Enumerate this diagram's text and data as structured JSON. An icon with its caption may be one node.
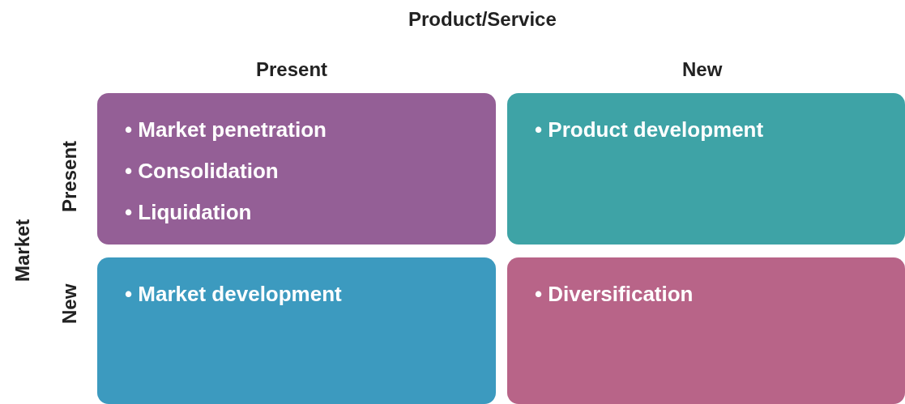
{
  "diagram": {
    "title": "Product/Service",
    "nodes": [
      {
        "text": [
          "• Market penetration",
          "• Consolidation",
          "• Liquidation"
        ]
      },
      {
        "text": [
          "• Product development"
        ]
      },
      {
        "text": [
          "• Market development"
        ]
      },
      {
        "text": [
          "• Diversification"
        ]
      }
    ],
    "labels": [
      "Present",
      "New",
      "Market",
      "Present",
      "New"
    ]
  }
}
